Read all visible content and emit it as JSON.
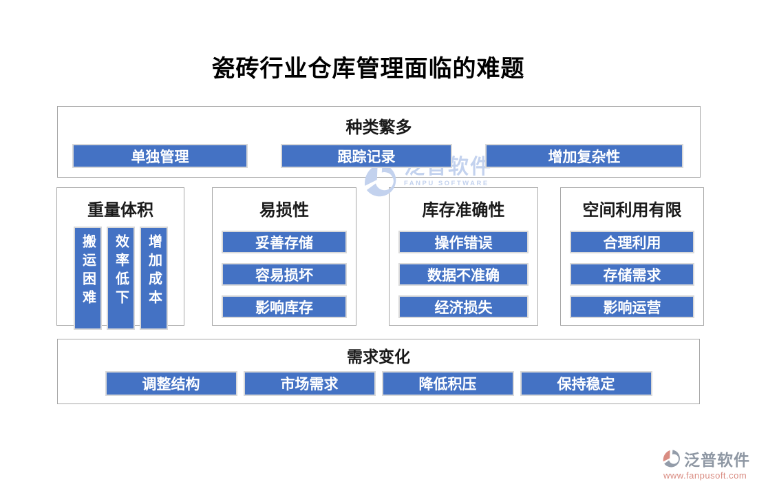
{
  "title": "瓷砖行业仓库管理面临的难题",
  "sections": {
    "top": {
      "header": "种类繁多",
      "buttons": [
        "单独管理",
        "跟踪记录",
        "增加复杂性"
      ]
    },
    "middle": [
      {
        "header": "重量体积",
        "bars": [
          "搬运困难",
          "效率低下",
          "增加成本"
        ]
      },
      {
        "header": "易损性",
        "buttons": [
          "妥善存储",
          "容易损坏",
          "影响库存"
        ]
      },
      {
        "header": "库存准确性",
        "buttons": [
          "操作错误",
          "数据不准确",
          "经济损失"
        ]
      },
      {
        "header": "空间利用有限",
        "buttons": [
          "合理利用",
          "存储需求",
          "影响运营"
        ]
      }
    ],
    "bottom": {
      "header": "需求变化",
      "buttons": [
        "调整结构",
        "市场需求",
        "降低积压",
        "保持稳定"
      ]
    }
  },
  "watermark": {
    "name": "泛普软件",
    "subtitle": "FANPU SOFTWARE",
    "icon": "fanpu-swoosh-icon"
  },
  "footer_logo": {
    "name": "泛普软件",
    "url": "www.fanpusoft.com",
    "icon": "fanpu-swoosh-icon"
  },
  "colors": {
    "accent_blue": "#4472C4",
    "pill_border": "#d9d9d9",
    "box_border": "#a6a6a6",
    "watermark_blue": "#c3d2ee",
    "logo_gray": "#939ca9",
    "logo_coral": "#d98c82"
  }
}
